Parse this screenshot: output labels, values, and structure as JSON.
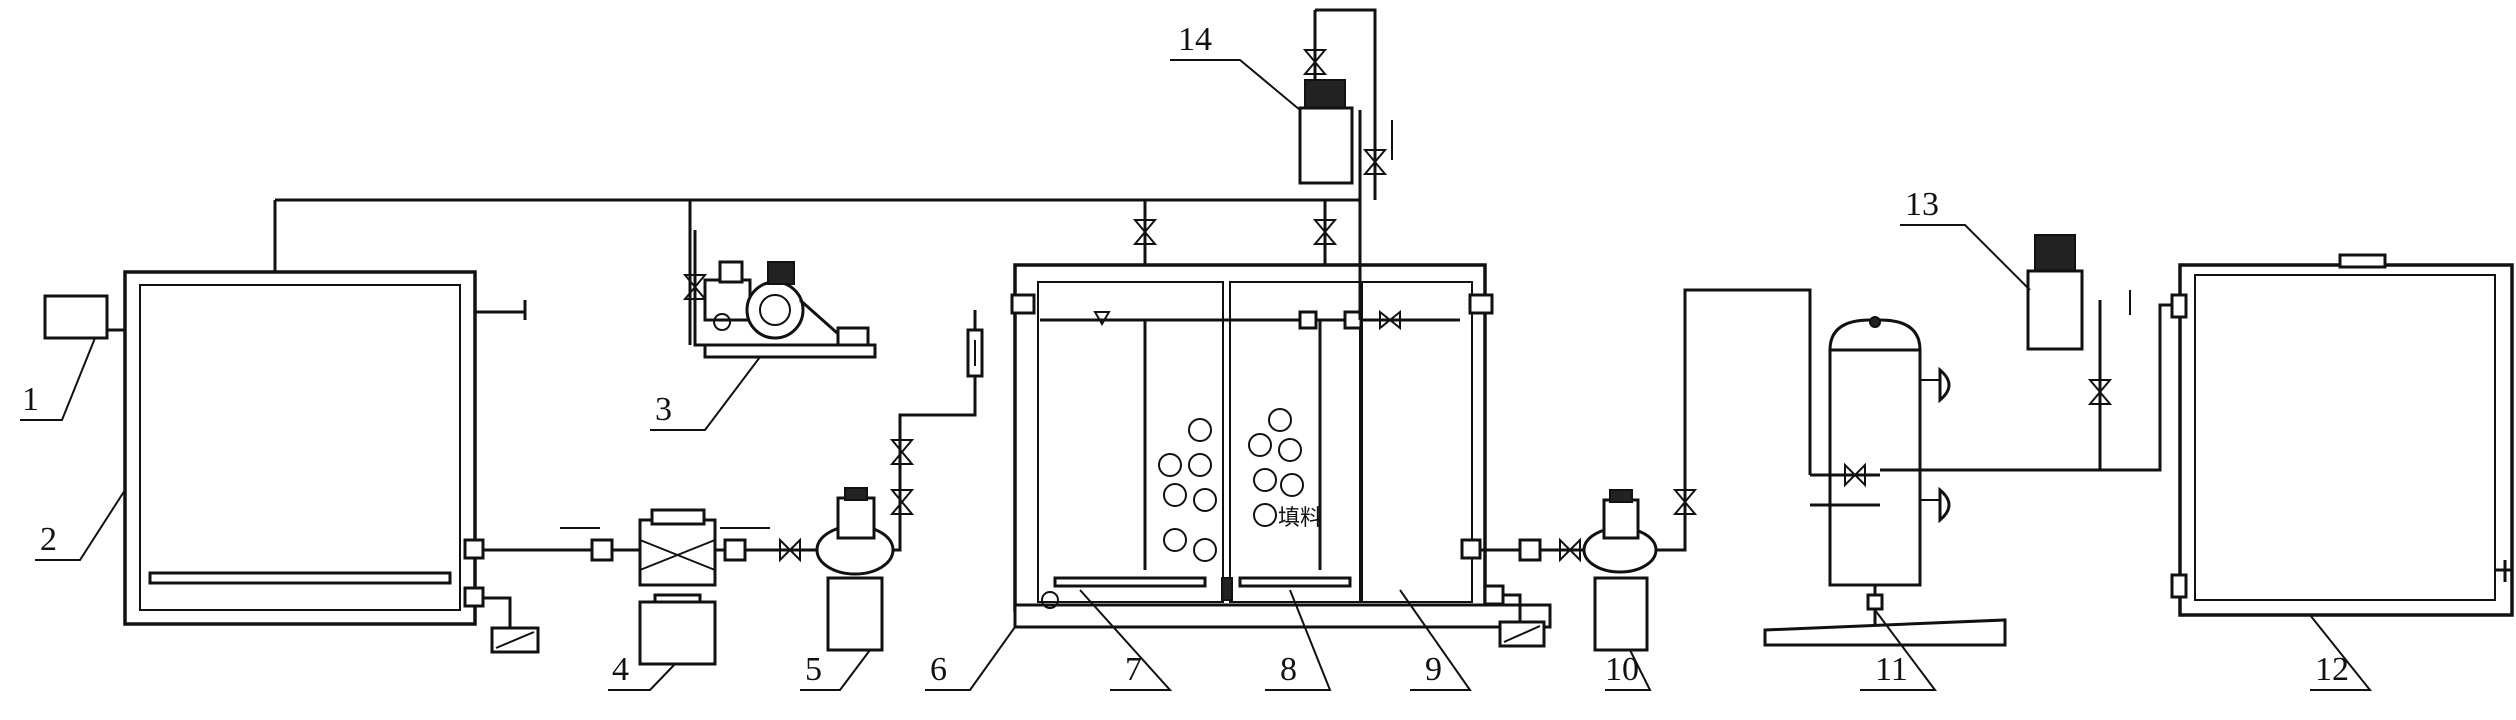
{
  "labels": [
    {
      "id": "1",
      "text": "1"
    },
    {
      "id": "2",
      "text": "2"
    },
    {
      "id": "3",
      "text": "3"
    },
    {
      "id": "4",
      "text": "4"
    },
    {
      "id": "5",
      "text": "5"
    },
    {
      "id": "6",
      "text": "6"
    },
    {
      "id": "7",
      "text": "7"
    },
    {
      "id": "8",
      "text": "8"
    },
    {
      "id": "9",
      "text": "9"
    },
    {
      "id": "10",
      "text": "10"
    },
    {
      "id": "11",
      "text": "11"
    },
    {
      "id": "12",
      "text": "12"
    },
    {
      "id": "13",
      "text": "13"
    },
    {
      "id": "14",
      "text": "14"
    }
  ],
  "annotations": {
    "media_label": "填料"
  },
  "colors": {
    "line": "#111111",
    "background": "#ffffff"
  }
}
